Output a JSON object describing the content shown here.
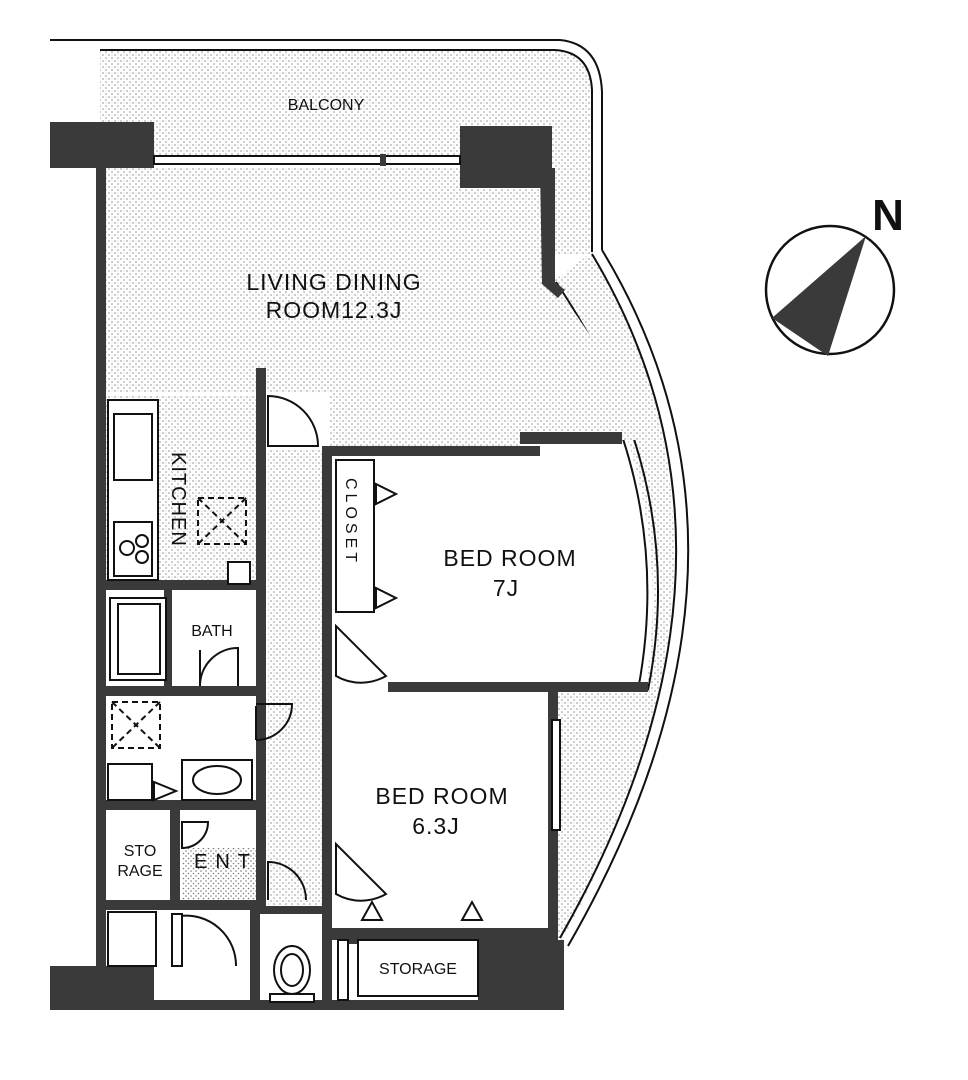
{
  "rooms": {
    "balcony": "BALCONY",
    "living_line1": "LIVING DINING",
    "living_line2": "ROOM12.3J",
    "kitchen": "KITCHEN",
    "closet": "CLOSET",
    "bedroom1_line1": "BED ROOM",
    "bedroom1_line2": "7J",
    "bath": "BATH",
    "bedroom2_line1": "BED ROOM",
    "bedroom2_line2": "6.3J",
    "storage_left_line1": "STO",
    "storage_left_line2": "RAGE",
    "entrance": "ENT",
    "storage_bottom": "STORAGE"
  },
  "compass": {
    "north": "N"
  },
  "colors": {
    "wall": "#3a3a3a",
    "stipple": "#9a9a9a",
    "line": "#111111"
  }
}
